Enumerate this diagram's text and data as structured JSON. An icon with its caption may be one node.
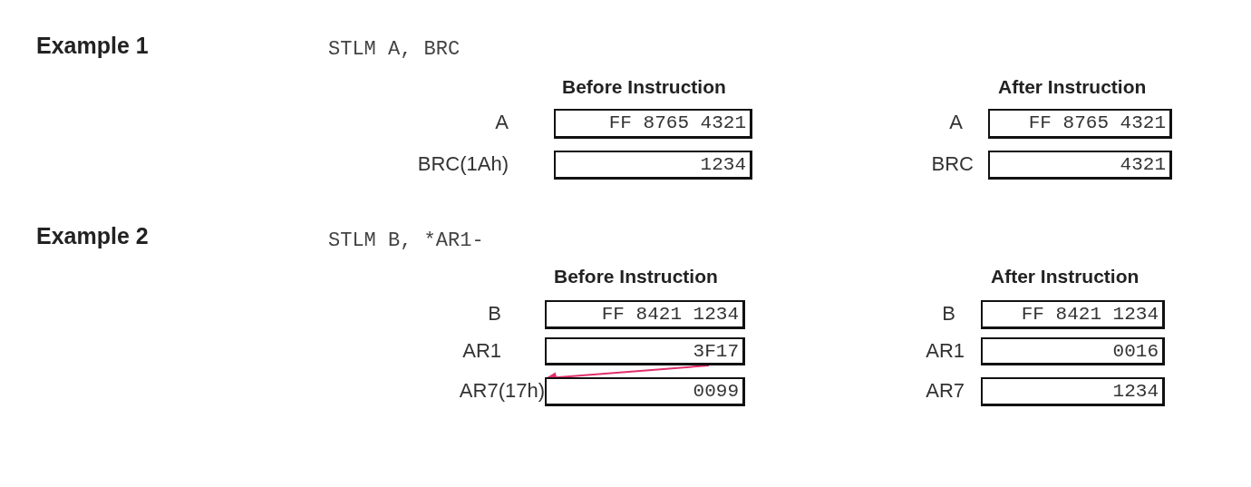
{
  "diagram": {
    "nodes": [
      {
        "text": [
          "FF 8765 4321"
        ],
        "beside": [
          "A"
        ]
      },
      {
        "text": [
          "FF 8765 4321"
        ],
        "beside": [
          "A"
        ]
      },
      {
        "text": [
          "1234"
        ],
        "beside": [
          "BRC(1Ah)"
        ]
      },
      {
        "text": [
          "4321"
        ],
        "beside": [
          "BRC"
        ]
      },
      {
        "text": [
          "FF 8421 1234"
        ],
        "beside": [
          "B"
        ]
      },
      {
        "text": [
          "FF 8421 1234"
        ],
        "beside": [
          "B"
        ]
      },
      {
        "text": [
          "3F17"
        ],
        "beside": [
          "AR1"
        ]
      },
      {
        "text": [
          "0016"
        ],
        "beside": [
          "AR1"
        ]
      },
      {
        "text": [
          "0099"
        ],
        "beside": [
          "AR7(17h)"
        ]
      },
      {
        "text": [
          "1234"
        ],
        "beside": [
          "AR7"
        ]
      }
    ],
    "edges": [
      {
        "from": 6,
        "to": 8,
        "arrow": "to",
        "color": "#e0306a"
      }
    ],
    "labels": [
      "Example 1",
      "STLM A, BRC",
      "Before Instruction",
      "After Instruction",
      "Example 2",
      "STLM B, *AR1-",
      "Before Instruction",
      "After Instruction"
    ]
  }
}
